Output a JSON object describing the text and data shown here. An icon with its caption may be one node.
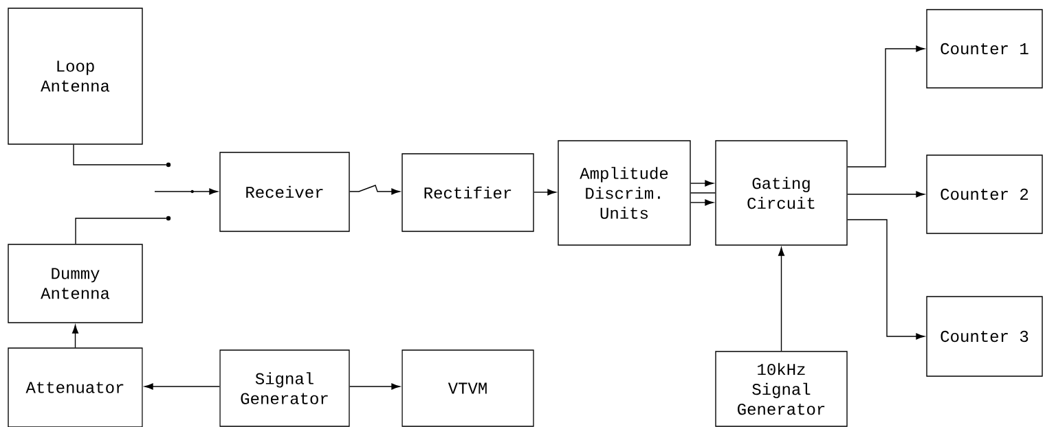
{
  "diagram": {
    "nodes": [
      {
        "text": [
          "Loop Antenna"
        ]
      },
      {
        "text": [
          "Dummy Antenna"
        ]
      },
      {
        "text": [
          "Attenuator"
        ]
      },
      {
        "text": [
          "Receiver"
        ]
      },
      {
        "text": [
          "Rectifier"
        ]
      },
      {
        "text": [
          "Amplitude Discrim. Units"
        ]
      },
      {
        "text": [
          "Gating Circuit"
        ]
      },
      {
        "text": [
          "Counter 1"
        ]
      },
      {
        "text": [
          "Counter 2"
        ]
      },
      {
        "text": [
          "Counter 3"
        ]
      },
      {
        "text": [
          "Signal Generator"
        ]
      },
      {
        "text": [
          "VTVM"
        ]
      },
      {
        "text": [
          "10kHz Signal Generator"
        ]
      },
      {
        "text": [],
        "shape": "circle"
      },
      {
        "text": [],
        "shape": "circle"
      }
    ],
    "edges": [
      {
        "from": 0,
        "to": 13,
        "arrow": "none"
      },
      {
        "from": 1,
        "to": 14,
        "arrow": "none"
      },
      {
        "from": null,
        "to": 3,
        "arrow": "to"
      },
      {
        "from": 3,
        "to": 4,
        "arrow": "to"
      },
      {
        "from": 4,
        "to": 5,
        "arrow": "to"
      },
      {
        "from": 5,
        "to": 6,
        "arrow": "to"
      },
      {
        "from": 5,
        "to": 6,
        "arrow": "none"
      },
      {
        "from": 5,
        "to": 6,
        "arrow": "to"
      },
      {
        "from": 6,
        "to": 7,
        "arrow": "to"
      },
      {
        "from": 6,
        "to": 8,
        "arrow": "to"
      },
      {
        "from": 6,
        "to": 9,
        "arrow": "to"
      },
      {
        "from": 12,
        "to": 6,
        "arrow": "to"
      },
      {
        "from": 2,
        "to": 1,
        "arrow": "to"
      },
      {
        "from": 10,
        "to": 2,
        "arrow": "to"
      },
      {
        "from": 10,
        "to": 11,
        "arrow": "to"
      }
    ]
  }
}
